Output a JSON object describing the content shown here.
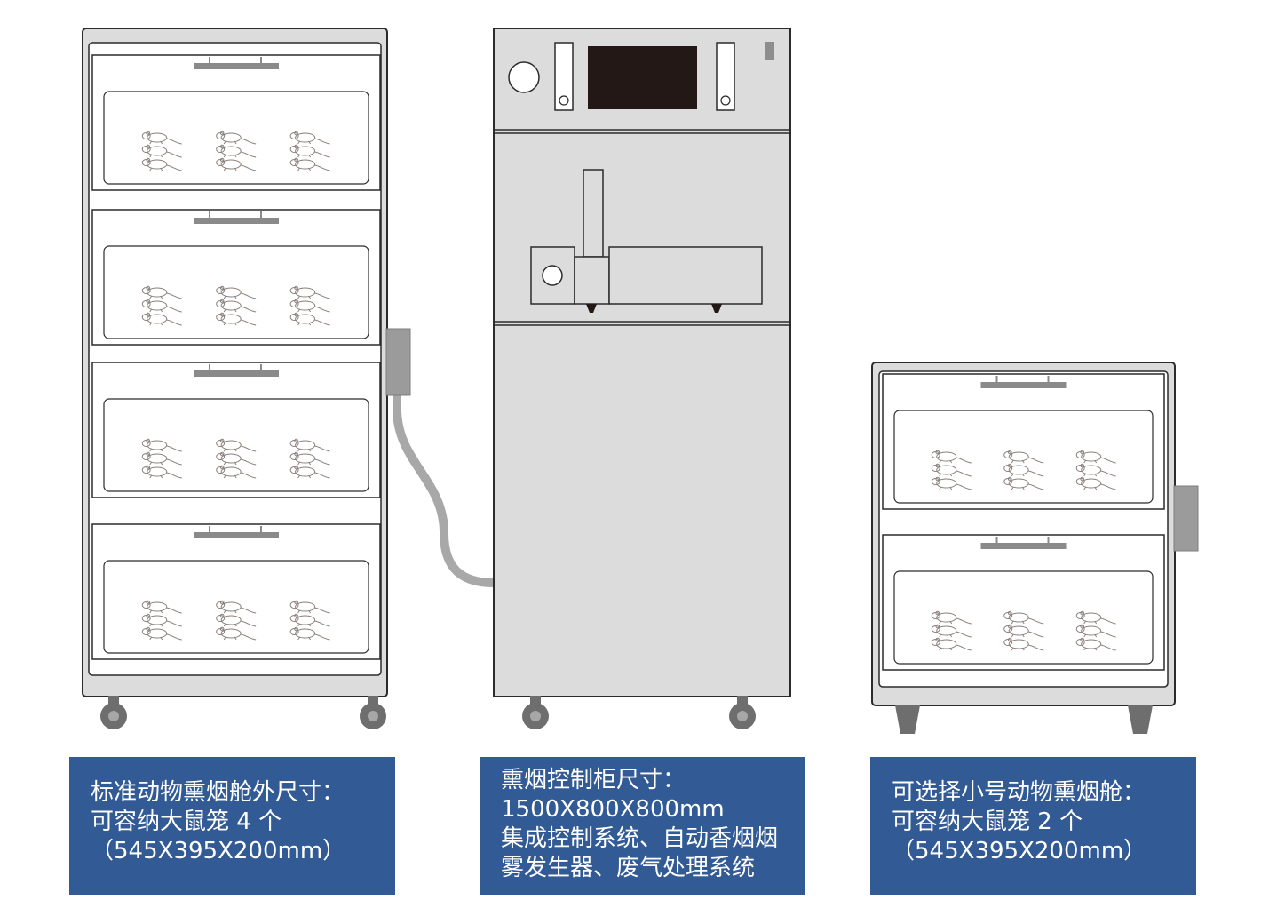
{
  "labels": {
    "standard_chamber": [
      "标准动物熏烟舱外尺寸：",
      "可容纳大鼠笼 4 个",
      "（545X395X200mm）"
    ],
    "control_cabinet": [
      "熏烟控制柜尺寸：",
      "1500X800X800mm",
      "集成控制系统、自动香烟烟",
      "雾发生器、废气处理系统"
    ],
    "small_chamber": [
      "可选择小号动物熏烟舱：",
      "可容纳大鼠笼 2 个",
      "（545X395X200mm）"
    ]
  },
  "standard_chamber": {
    "drawer_count": 4,
    "rats_per_drawer": 9
  },
  "small_chamber": {
    "drawer_count": 2,
    "rats_per_drawer": 9
  },
  "colors": {
    "cabinet_fill": "#dcdcdc",
    "cabinet_stroke": "#2b2b2b",
    "caption_bg": "#325a94",
    "caption_text": "#ffffff",
    "hose": "#a8a8a8",
    "wheel": "#6e6e6e",
    "screen": "#231815"
  }
}
